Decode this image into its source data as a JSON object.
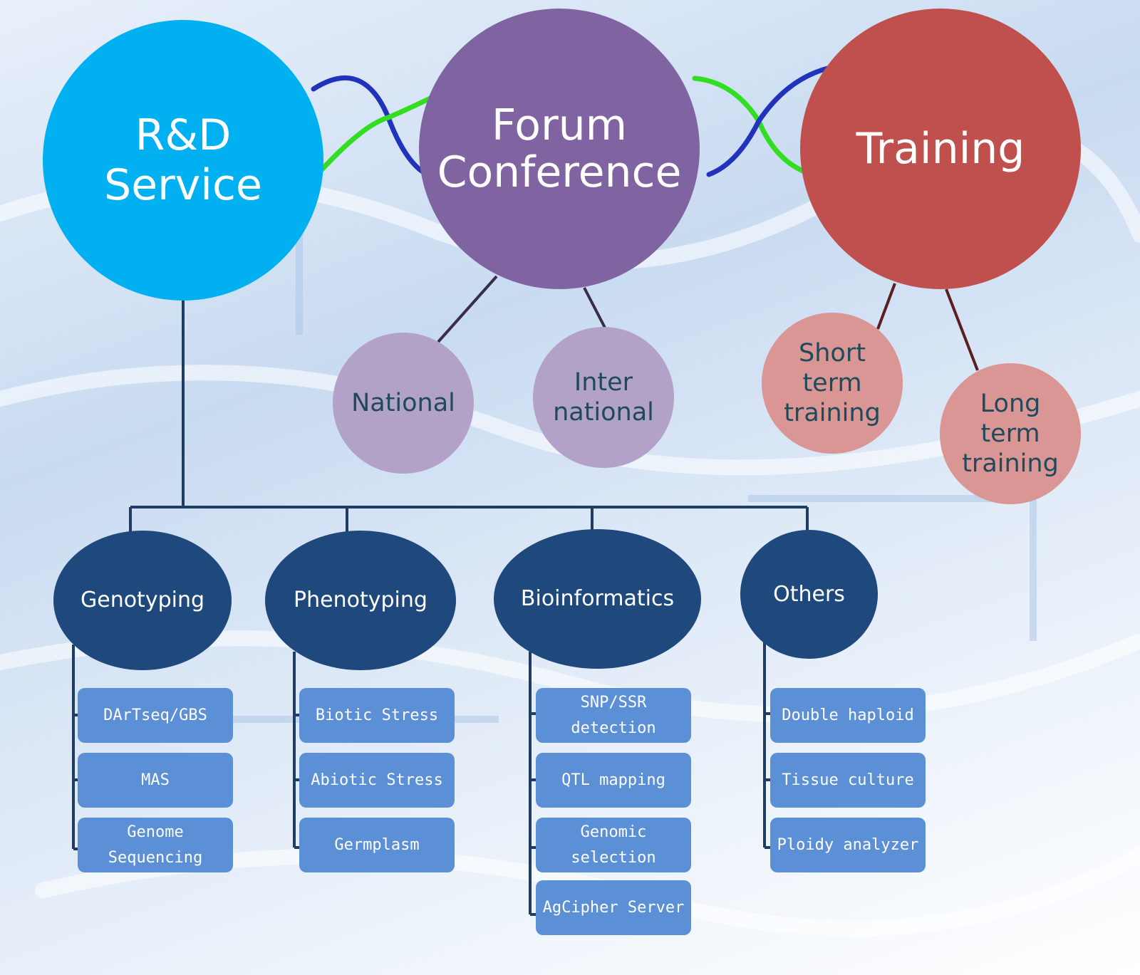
{
  "colors": {
    "rd": "#00b0f0",
    "forum": "#8064a2",
    "training": "#c0504d",
    "forum_child": "#b3a2c7",
    "training_child": "#d99694",
    "category": "#1f497d",
    "item": "#5b8fd6",
    "connector": "#1f3c64"
  },
  "main_nodes": {
    "rd": "R&D\nService",
    "forum": "Forum\nConference",
    "training": "Training"
  },
  "forum_children": [
    "National",
    "Inter\nnational"
  ],
  "training_children": [
    "Short\nterm\ntraining",
    "Long\nterm\ntraining"
  ],
  "categories": [
    {
      "label": "Genotyping",
      "items": [
        "DArTseq/GBS",
        "MAS",
        "Genome\nSequencing"
      ]
    },
    {
      "label": "Phenotyping",
      "items": [
        "Biotic Stress",
        "Abiotic Stress",
        "Germplasm"
      ]
    },
    {
      "label": "Bioinformatics",
      "items": [
        "SNP/SSR\ndetection",
        "QTL mapping",
        "Genomic\nselection",
        "AgCipher Server"
      ]
    },
    {
      "label": "Others",
      "items": [
        "Double haploid",
        "Tissue culture",
        "Ploidy analyzer"
      ]
    }
  ]
}
